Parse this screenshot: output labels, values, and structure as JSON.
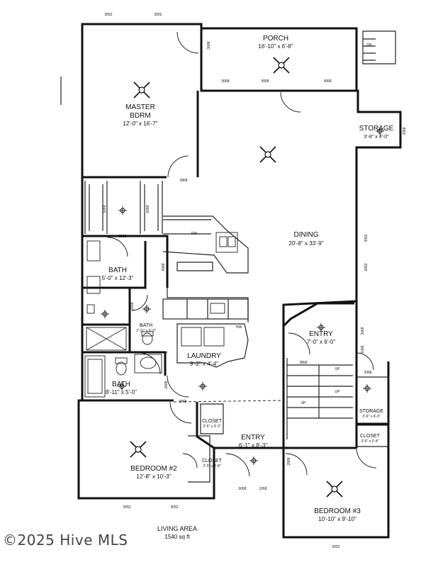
{
  "plan": {
    "rooms": [
      {
        "name": "PORCH",
        "size": "16'-10\" x 6'-8\""
      },
      {
        "name": "MASTER",
        "name2": "BDRM",
        "size": "12'-0\" x 16'-7\""
      },
      {
        "name": "STORAGE",
        "size": "3'-8\" x 4'-0\""
      },
      {
        "name": "DINING",
        "size": "20'-8\" x 33'-9\""
      },
      {
        "name": "BATH",
        "size": "5'-0\" x 12'-3\""
      },
      {
        "name": "BATH",
        "size": "2'-11\" x 6'-3\""
      },
      {
        "name": "LAUNDRY",
        "size": "9'-2\" x 4'-4\""
      },
      {
        "name": "ENTRY",
        "size": "7'-0\" x 6'-0\""
      },
      {
        "name": "BATH",
        "size": "8'-11\" x 5'-0\""
      },
      {
        "name": "STORAGE",
        "size": "3'-6\" x 4'-3\""
      },
      {
        "name": "CLOSET",
        "size": "2'-5\" x 3'-3\""
      },
      {
        "name": "CLOSET",
        "size": "3'-6\" x 2'-4\""
      },
      {
        "name": "ENTRY",
        "size": "6'-1\" x 8'-3\""
      },
      {
        "name": "CLOSET",
        "size": "2'-5\" x 4'-8\""
      },
      {
        "name": "BEDROOM #2",
        "size": "12'-8\" x 10'-3\""
      },
      {
        "name": "BEDROOM #3",
        "size": "10'-10\" x 9'-10\""
      }
    ],
    "labels": {
      "dn": "DN",
      "up": "UP",
      "dw": "DW",
      "hw": "HW",
      "w3052": "3052",
      "w3068": "3068",
      "w2868": "2868",
      "w5068": "5068",
      "w4068": "4068",
      "w2668": "2668",
      "w1068": "1068",
      "w2068": "2068"
    },
    "area": {
      "title": "LIVING AREA",
      "value": "1540 sq ft"
    },
    "watermark": "©2025 Hive MLS"
  }
}
